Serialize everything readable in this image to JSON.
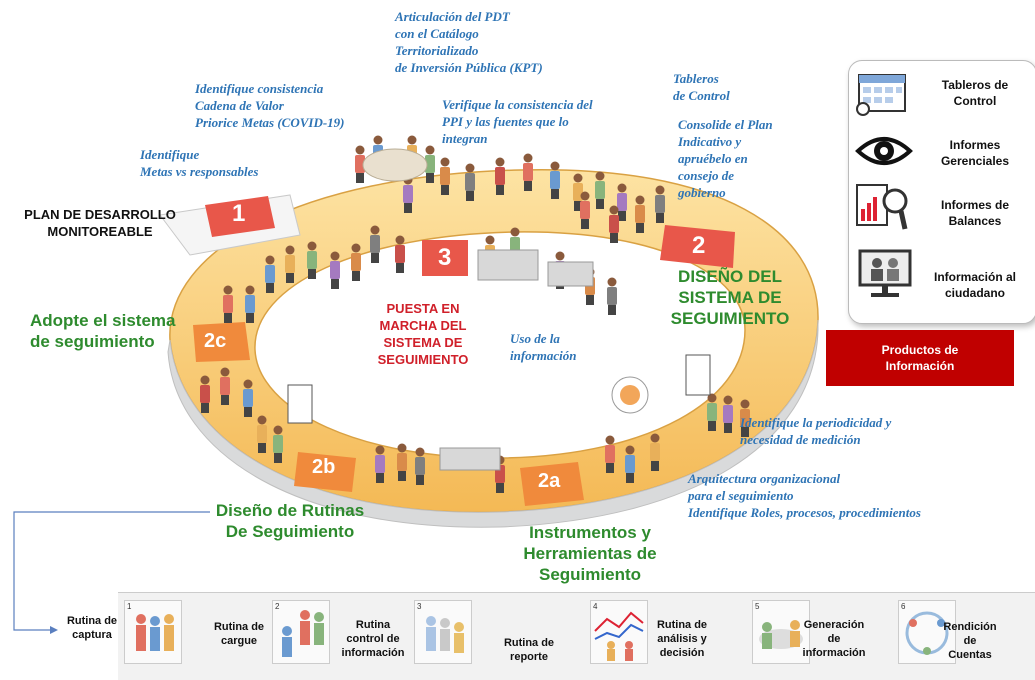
{
  "start_label": "PLAN DE DESARROLLO\nMONITOREABLE",
  "steps": {
    "s1": "1",
    "s2": "2",
    "s3": "3",
    "s2a": "2a",
    "s2b": "2b",
    "s2c": "2c"
  },
  "notes": {
    "identifique_metas": "Identifique\nMetas vs responsables",
    "consistencia": "Identifique consistencia\nCadena de Valor\nPriorice Metas (COVID-19)",
    "articulacion": "Articulación del PDT\ncon el Catálogo\nTerritorializado\nde Inversión Pública (KPT)",
    "verifique": "Verifique  la consistencia del\nPPI y las fuentes que lo\nintegran",
    "tableros": "Tableros\nde Control",
    "consolide": "Consolide el Plan\nIndicativo y\napruébelo en\nconsejo de\ngobierno",
    "uso": "Uso de la\ninformación",
    "periodicidad": "Identifique la periodicidad y\nnecesidad de medición",
    "arquitectura": "Arquitectura organizacional\npara el seguimiento\nIdentifique Roles, procesos, procedimientos"
  },
  "titles": {
    "diseno_sistema": "DISEÑO DEL\nSISTEMA DE\nSEGUIMIENTO",
    "adopte": "Adopte el sistema\nde seguimiento",
    "puesta": "PUESTA EN\nMARCHA DEL\nSISTEMA DE\nSEGUIMIENTO",
    "rutinas": "Diseño de Rutinas\nDe Seguimiento",
    "instrumentos": "Instrumentos y\nHerramientas de\nSeguimiento"
  },
  "panel": {
    "items": [
      {
        "label": "Tableros de\nControl",
        "icon": "calendar-dashboard-icon"
      },
      {
        "label": "Informes\nGerenciales",
        "icon": "eye-icon"
      },
      {
        "label": "Informes de\nBalances",
        "icon": "magnifier-chart-icon"
      },
      {
        "label": "Información al\nciudadano",
        "icon": "monitor-people-icon"
      }
    ],
    "products": "Productos de\nInformación"
  },
  "routines": [
    {
      "num": "1",
      "label": "Rutina de\ncaptura"
    },
    {
      "num": "2",
      "label": "Rutina de\ncargue"
    },
    {
      "num": "",
      "label": "Rutina\ncontrol de\ninformación"
    },
    {
      "num": "3",
      "label": "Rutina de\nreporte"
    },
    {
      "num": "4",
      "label": "Rutina de\nanálisis y\ndecisión"
    },
    {
      "num": "5",
      "label": "Generación\nde\ninformación"
    },
    {
      "num": "6",
      "label": "Rendición\nde\nCuentas"
    }
  ],
  "colors": {
    "ring": "#f7c96a",
    "ring_edge": "#e0a940",
    "step_red": "#e8574a",
    "note_blue": "#2e74b5",
    "title_green": "#2e8b2e",
    "title_red": "#d0202a",
    "products_red": "#c00000"
  }
}
